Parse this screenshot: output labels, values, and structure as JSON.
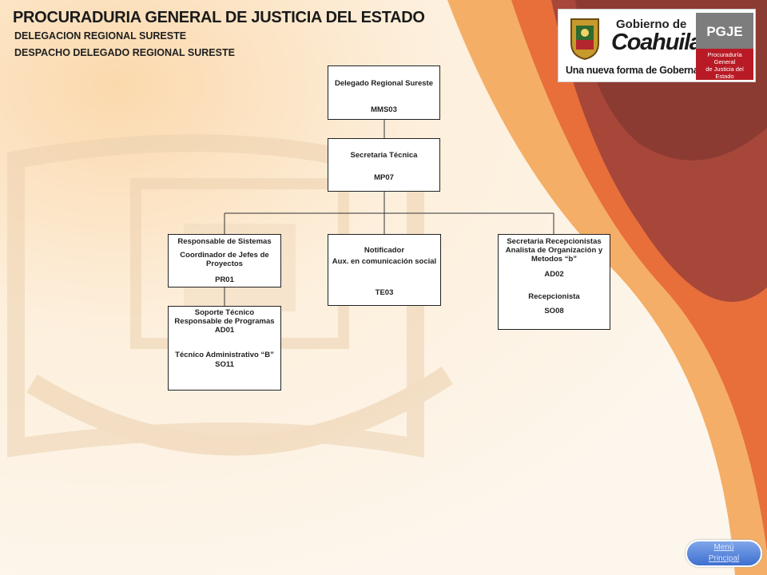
{
  "header": {
    "title": "PROCURADURIA GENERAL DE JUSTICIA DEL ESTADO",
    "subtitle1": "DELEGACION REGIONAL SURESTE",
    "subtitle2": "DESPACHO DELEGADO REGIONAL SURESTE"
  },
  "logo": {
    "gobierno": "Gobierno de",
    "coahuila": "Coahuila",
    "tagline": "Una nueva forma de Gobernar",
    "pgje": "PGJE",
    "pgje_line1": "Procuraduría General",
    "pgje_line2": "de Justicia del Estado"
  },
  "org": {
    "delegado": {
      "title": "Delegado Regional Sureste",
      "code": "MMS03"
    },
    "secretaria_tecnica": {
      "title": "Secretaria Técnica",
      "code": "MP07"
    },
    "sistemas": {
      "title": "Responsable de Sistemas",
      "role": "Coordinador  de Jefes de Proyectos",
      "code": "PR01"
    },
    "notificador": {
      "title": "Notificador",
      "role": "Aux. en comunicación social",
      "code": "TE03"
    },
    "recepcion": {
      "title": "Secretaria Recepcionistas",
      "role": "Analista de Organización y Metodos “b”",
      "code": "AD02",
      "role2": "Recepcionista",
      "code2": "SO08"
    },
    "soporte": {
      "title": "Soporte Técnico",
      "role": "Responsable de Programas",
      "code": "AD01",
      "role2": "Técnico Administrativo “B”",
      "code2": "SO11"
    }
  },
  "menu": {
    "line1": "Menú",
    "line2": "Principal"
  },
  "colors": {
    "background": "#fdf1df",
    "arc_outer": "#8c3b33",
    "arc_mid": "#e86e3a",
    "arc_inner": "#f3a659",
    "watermark": "#efd9bc",
    "button": "#4f7ad8"
  }
}
